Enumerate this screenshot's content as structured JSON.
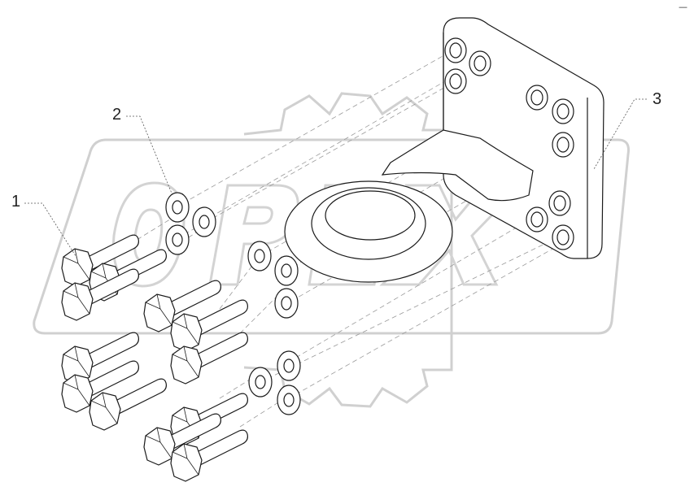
{
  "callouts": {
    "bolt": "1",
    "washer": "2",
    "coupling_eye": "3"
  },
  "corner_mark": "—",
  "watermark": "OPEX",
  "colors": {
    "line": "#1a1a1a",
    "watermark": "#d9d9d9",
    "leader": "#555555"
  }
}
